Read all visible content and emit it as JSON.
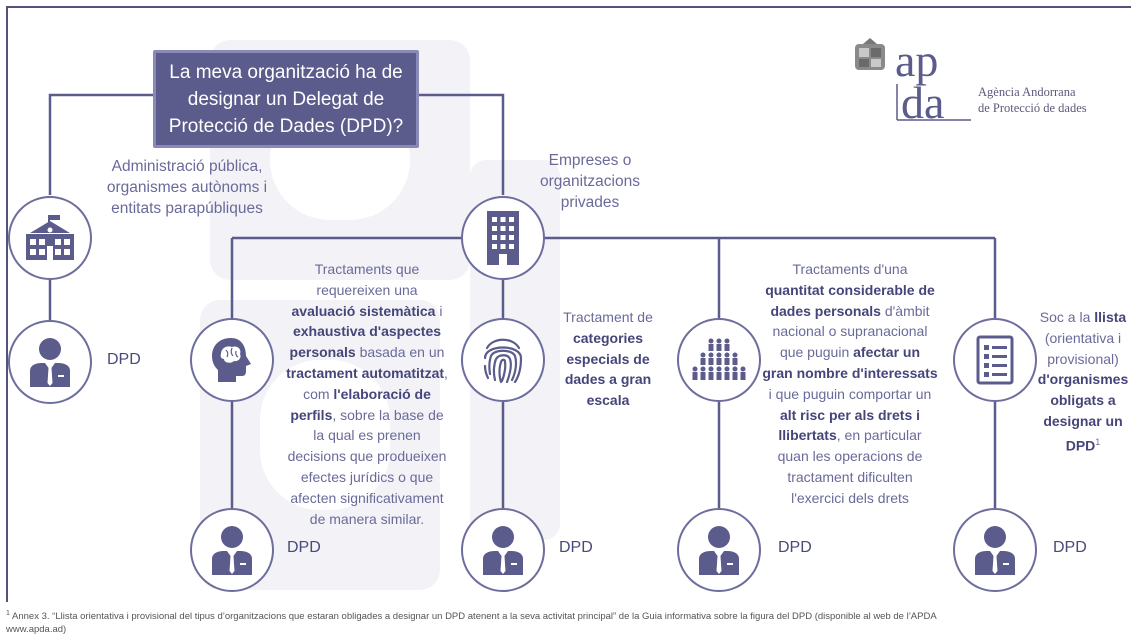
{
  "title": "La meva organització ha de designar un Delegat de Protecció de Dades (DPD)?",
  "logo": {
    "letters_top": "ap",
    "letters_bottom": "da",
    "line1": "Agència Andorrana",
    "line2": "de Protecció de dades"
  },
  "branches": {
    "public": {
      "line1": "Administració pública,",
      "line2": "organismes autònoms i",
      "line3": "entitats parapúbliques"
    },
    "private": {
      "line1": "Empreses o",
      "line2": "organitzacions",
      "line3": "privades"
    }
  },
  "case1": [
    "Tractaments que",
    "requereixen una",
    "avaluació sistemàtica",
    "i",
    "exhaustiva d'aspectes",
    "personals",
    "basada en un",
    "tractament automatitzat",
    ",",
    "com",
    "l'elaboració de",
    "perfils",
    ", sobre la base de",
    "la qual es prenen",
    "decisions que produeixen",
    "efectes jurídics o que",
    "afecten significativament",
    "de manera similar."
  ],
  "case2": [
    "Tractament de",
    "categories",
    "especials de",
    "dades a gran",
    "escala"
  ],
  "case3": [
    "Tractaments d'una",
    "quantitat considerable de",
    "dades personals",
    "d'àmbit",
    "nacional o supranacional",
    "que puguin",
    "afectar un",
    "gran nombre d'interessats",
    "i que puguin comportar un",
    "alt risc per als drets i",
    "llibertats",
    ", en particular",
    "quan les operacions de",
    "tractament dificulten",
    "l'exercici dels drets"
  ],
  "case4": [
    "Soc a la",
    "llista",
    "(orientativa i",
    "provisional)",
    "d'organismes",
    "obligats a",
    "designar un",
    "DPD",
    "1"
  ],
  "dpd_label": "DPD",
  "icons": {
    "building_public": "school-building-icon",
    "building_private": "office-building-icon",
    "head": "brain-head-icon",
    "fingerprint": "fingerprint-icon",
    "crowd": "crowd-icon",
    "checklist": "checklist-icon",
    "person": "businessperson-icon"
  },
  "footnote": {
    "mark": "1",
    "line1": "Annex 3. “Llista orientativa i provisional del tipus d’organitzacions que estaran obligades a designar un DPD atenent a la seva activitat principal” de la Guia informativa sobre la figura del DPD (disponible  al web de l’APDA",
    "line2": "www.apda.ad)"
  },
  "colors": {
    "primary": "#5b5b8c",
    "line": "#6d6d9e",
    "text": "#6a6a9a",
    "bold": "#45457a"
  }
}
